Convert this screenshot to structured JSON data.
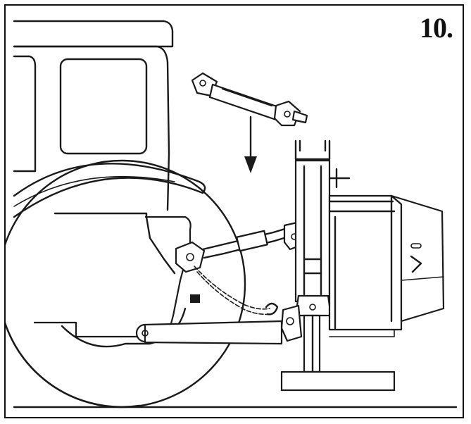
{
  "figure": {
    "step_number": "10."
  },
  "colors": {
    "line": "#1a1a1a",
    "background": "#ffffff",
    "border": "#111111"
  },
  "icons": [
    "tractor",
    "pto-driveshaft",
    "down-arrow",
    "implement",
    "three-point-hitch",
    "safety-chain",
    "ground-line"
  ]
}
